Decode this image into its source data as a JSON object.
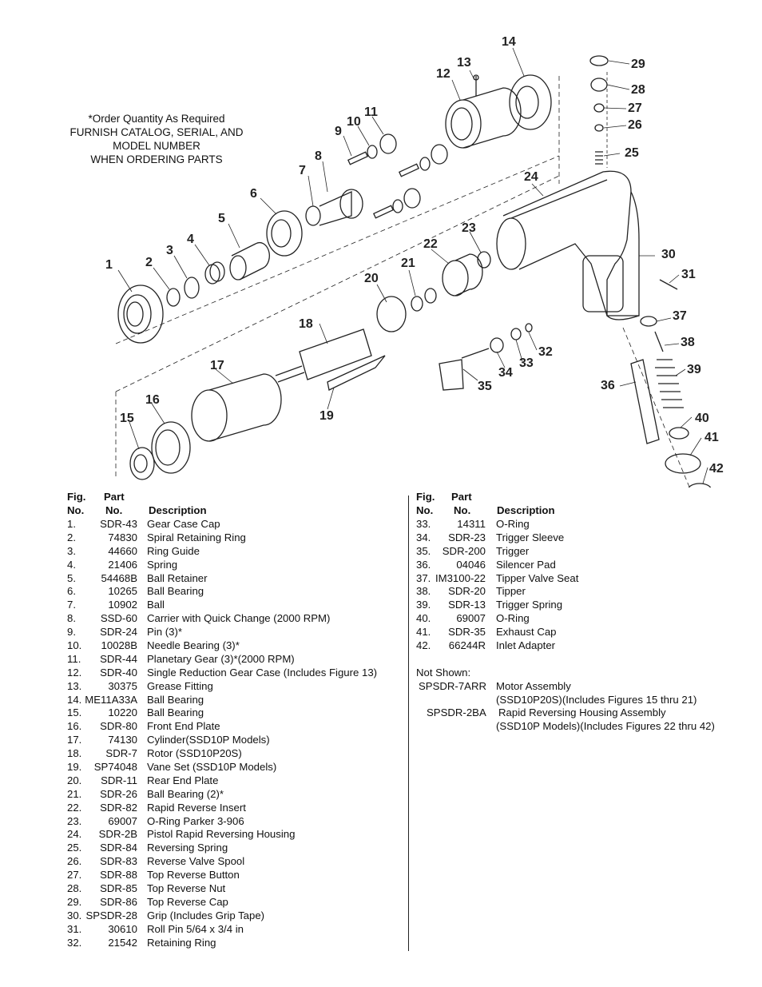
{
  "note": {
    "lines": [
      "*Order Quantity As Required",
      "FURNISH CATALOG, SERIAL, AND",
      "MODEL NUMBER",
      "WHEN ORDERING PARTS"
    ]
  },
  "callouts": [
    "1",
    "2",
    "3",
    "4",
    "5",
    "6",
    "7",
    "8",
    "9",
    "10",
    "11",
    "12",
    "13",
    "14",
    "15",
    "16",
    "17",
    "18",
    "19",
    "20",
    "21",
    "22",
    "23",
    "24",
    "25",
    "26",
    "27",
    "28",
    "29",
    "30",
    "31",
    "32",
    "33",
    "34",
    "35",
    "36",
    "37",
    "38",
    "39",
    "40",
    "41",
    "42"
  ],
  "table": {
    "header": {
      "fig": "Fig.",
      "no": "No.",
      "part": "Part",
      "part_no": "No.",
      "description": "Description"
    },
    "left_rows": [
      {
        "fig": "1.",
        "part": "SDR-43",
        "desc": "Gear Case Cap"
      },
      {
        "fig": "2.",
        "part": "74830",
        "desc": "Spiral Retaining Ring"
      },
      {
        "fig": "3.",
        "part": "44660",
        "desc": "Ring Guide"
      },
      {
        "fig": "4.",
        "part": "21406",
        "desc": "Spring"
      },
      {
        "fig": "5.",
        "part": "54468B",
        "desc": "Ball Retainer"
      },
      {
        "fig": "6.",
        "part": "10265",
        "desc": "Ball Bearing"
      },
      {
        "fig": "7.",
        "part": "10902",
        "desc": "Ball"
      },
      {
        "fig": "8.",
        "part": "SSD-60",
        "desc": "Carrier with Quick Change (2000 RPM)"
      },
      {
        "fig": "9.",
        "part": "SDR-24",
        "desc": "Pin (3)*"
      },
      {
        "fig": "10.",
        "part": "10028B",
        "desc": "Needle Bearing (3)*"
      },
      {
        "fig": "11.",
        "part": "SDR-44",
        "desc": "Planetary Gear (3)*(2000 RPM)"
      },
      {
        "fig": "12.",
        "part": "SDR-40",
        "desc": "Single Reduction Gear Case (Includes Figure 13)"
      },
      {
        "fig": "13.",
        "part": "30375",
        "desc": "Grease Fitting"
      },
      {
        "fig": "14.",
        "part": "ME11A33A",
        "desc": "Ball Bearing"
      },
      {
        "fig": "15.",
        "part": "10220",
        "desc": "Ball Bearing"
      },
      {
        "fig": "16.",
        "part": "SDR-80",
        "desc": "Front End Plate"
      },
      {
        "fig": "17.",
        "part": "74130",
        "desc": "Cylinder(SSD10P Models)"
      },
      {
        "fig": "18.",
        "part": "SDR-7",
        "desc": "Rotor (SSD10P20S)"
      },
      {
        "fig": "19.",
        "part": "SP74048",
        "desc": "Vane Set (SSD10P Models)"
      },
      {
        "fig": "20.",
        "part": "SDR-11",
        "desc": "Rear End Plate"
      },
      {
        "fig": "21.",
        "part": "SDR-26",
        "desc": "Ball Bearing (2)*"
      },
      {
        "fig": "22.",
        "part": "SDR-82",
        "desc": "Rapid Reverse Insert"
      },
      {
        "fig": "23.",
        "part": "69007",
        "desc": "O-Ring Parker 3-906"
      },
      {
        "fig": "24.",
        "part": "SDR-2B",
        "desc": "Pistol Rapid Reversing Housing"
      },
      {
        "fig": "25.",
        "part": "SDR-84",
        "desc": "Reversing Spring"
      },
      {
        "fig": "26.",
        "part": "SDR-83",
        "desc": "Reverse Valve Spool"
      },
      {
        "fig": "27.",
        "part": "SDR-88",
        "desc": "Top Reverse Button"
      },
      {
        "fig": "28.",
        "part": "SDR-85",
        "desc": "Top Reverse Nut"
      },
      {
        "fig": "29.",
        "part": "SDR-86",
        "desc": "Top Reverse Cap"
      },
      {
        "fig": "30.",
        "part": "SPSDR-28",
        "desc": "Grip (Includes Grip Tape)"
      },
      {
        "fig": "31.",
        "part": "30610",
        "desc": "Roll Pin 5/64 x 3/4 in"
      },
      {
        "fig": "32.",
        "part": "21542",
        "desc": "Retaining Ring"
      }
    ],
    "right_rows": [
      {
        "fig": "33.",
        "part": "14311",
        "desc": "O-Ring"
      },
      {
        "fig": "34.",
        "part": "SDR-23",
        "desc": "Trigger Sleeve"
      },
      {
        "fig": "35.",
        "part": "SDR-200",
        "desc": "Trigger"
      },
      {
        "fig": "36.",
        "part": "04046",
        "desc": "Silencer Pad"
      },
      {
        "fig": "37.",
        "part": "IM3100-22",
        "desc": "Tipper Valve Seat"
      },
      {
        "fig": "38.",
        "part": "SDR-20",
        "desc": "Tipper"
      },
      {
        "fig": "39.",
        "part": "SDR-13",
        "desc": "Trigger Spring"
      },
      {
        "fig": "40.",
        "part": "69007",
        "desc": "O-Ring"
      },
      {
        "fig": "41.",
        "part": "SDR-35",
        "desc": "Exhaust Cap"
      },
      {
        "fig": "42.",
        "part": "66244R",
        "desc": "Inlet Adapter"
      }
    ],
    "not_shown": {
      "label": "Not Shown:",
      "items": [
        {
          "part": "SPSDR-7ARR",
          "desc1": "Motor Assembly",
          "desc2": "(SSD10P20S)(Includes Figures 15 thru 21)"
        },
        {
          "part": "SPSDR-2BA",
          "desc1": "Rapid Reversing Housing Assembly",
          "desc2": "(SSD10P Models)(Includes Figures 22 thru 42)"
        }
      ]
    }
  }
}
